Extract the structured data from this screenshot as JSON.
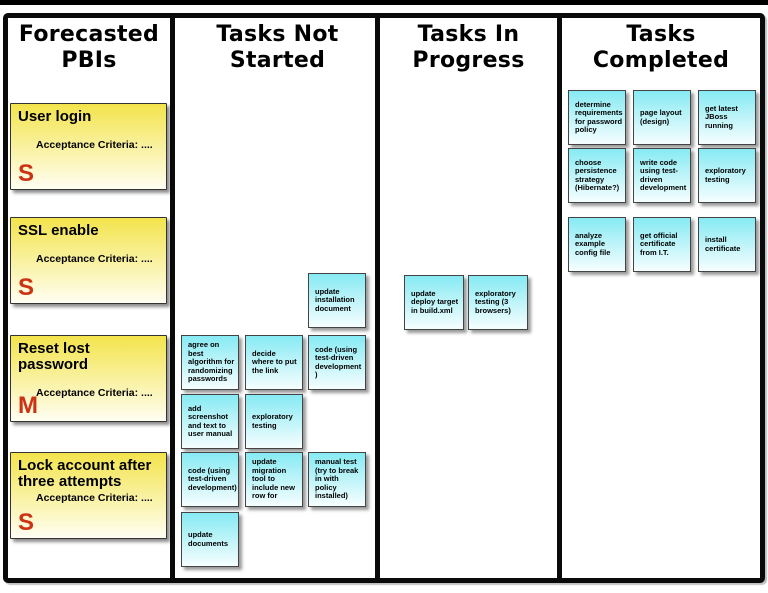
{
  "columns": [
    {
      "title": "Forecasted\nPBIs"
    },
    {
      "title": "Tasks Not\nStarted"
    },
    {
      "title": "Tasks In\nProgress"
    },
    {
      "title": "Tasks\nCompleted"
    }
  ],
  "pbis": [
    {
      "title": "User login",
      "criteria": "Acceptance Criteria: ....",
      "size": "S"
    },
    {
      "title": "SSL enable",
      "criteria": "Acceptance Criteria: ....",
      "size": "S"
    },
    {
      "title": "Reset lost password",
      "criteria": "Acceptance Criteria: ....",
      "size": "M"
    },
    {
      "title": "Lock account after three attempts",
      "criteria": "Acceptance Criteria: ....",
      "size": "S"
    }
  ],
  "tasks_not_started": [
    {
      "text": "update installation document"
    },
    {
      "text": "agree on best algorithm for randomizing passwords"
    },
    {
      "text": "decide where to put the link"
    },
    {
      "text": "code (using test-driven development )"
    },
    {
      "text": "add screenshot and text to user manual"
    },
    {
      "text": "exploratory testing"
    },
    {
      "text": "code (using test-driven development)"
    },
    {
      "text": "update migration tool to include new row for"
    },
    {
      "text": "manual test (try to break in with policy installed)"
    },
    {
      "text": "update documents"
    }
  ],
  "tasks_in_progress": [
    {
      "text": "update deploy target in build.xml"
    },
    {
      "text": "exploratory testing (3 browsers)"
    }
  ],
  "tasks_completed": [
    {
      "text": "determine requirements for password policy"
    },
    {
      "text": "page layout (design)"
    },
    {
      "text": "get latest JBoss running"
    },
    {
      "text": "choose persistence strategy (Hibernate?)"
    },
    {
      "text": "write code using test-driven development"
    },
    {
      "text": "exploratory testing"
    },
    {
      "text": "analyze example config file"
    },
    {
      "text": "get official certificate from I.T."
    },
    {
      "text": "install certificate"
    }
  ],
  "colors": {
    "pbi-top": "#f3e44c",
    "pbi-bottom": "#fffef2",
    "task-top": "#87eaf3",
    "task-bottom": "#f6feff",
    "size-red": "#cc3214",
    "frame": "#0a0a0a"
  }
}
